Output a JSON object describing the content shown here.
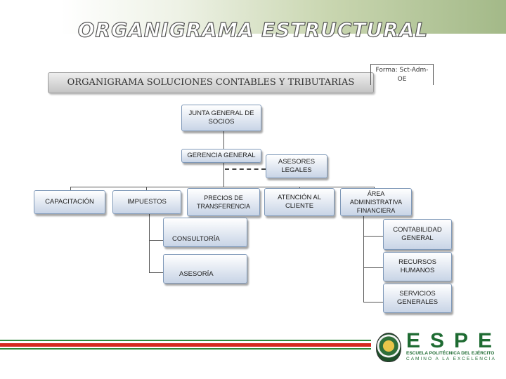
{
  "header": {
    "title": "ORGANIGRAMA ESTRUCTURAL",
    "subtitle": "ORGANIGRAMA SOLUCIONES CONTABLES Y TRIBUTARIAS",
    "form_code": "Forma: Sct-Adm-OE"
  },
  "org": {
    "junta": "JUNTA GENERAL DE SOCIOS",
    "gerencia": "GERENCIA GENERAL",
    "asesores": "ASESORES LEGALES",
    "capacitacion": "CAPACITACIÓN",
    "impuestos": "IMPUESTOS",
    "precios": "PRECIOS DE TRANSFERENCIA",
    "atencion": "ATENCIÓN AL CLIENTE",
    "area_admin": "ÁREA ADMINISTRATIVA FINANCIERA",
    "consultoria": "CONSULTORÍA",
    "asesoria": "ASESORÍA",
    "contabilidad": "CONTABILIDAD GENERAL",
    "recursos": "RECURSOS HUMANOS",
    "servicios": "SERVICIOS GENERALES"
  },
  "logo": {
    "word": "ESPE",
    "line1": "ESCUELA POLITÉCNICA DEL EJÉRCITO",
    "line2": "CAMINO A LA EXCELENCIA"
  },
  "colors": {
    "footer_green": "#2e8b3a",
    "footer_red": "#d42a1f",
    "brand_green": "#1e6b32"
  }
}
